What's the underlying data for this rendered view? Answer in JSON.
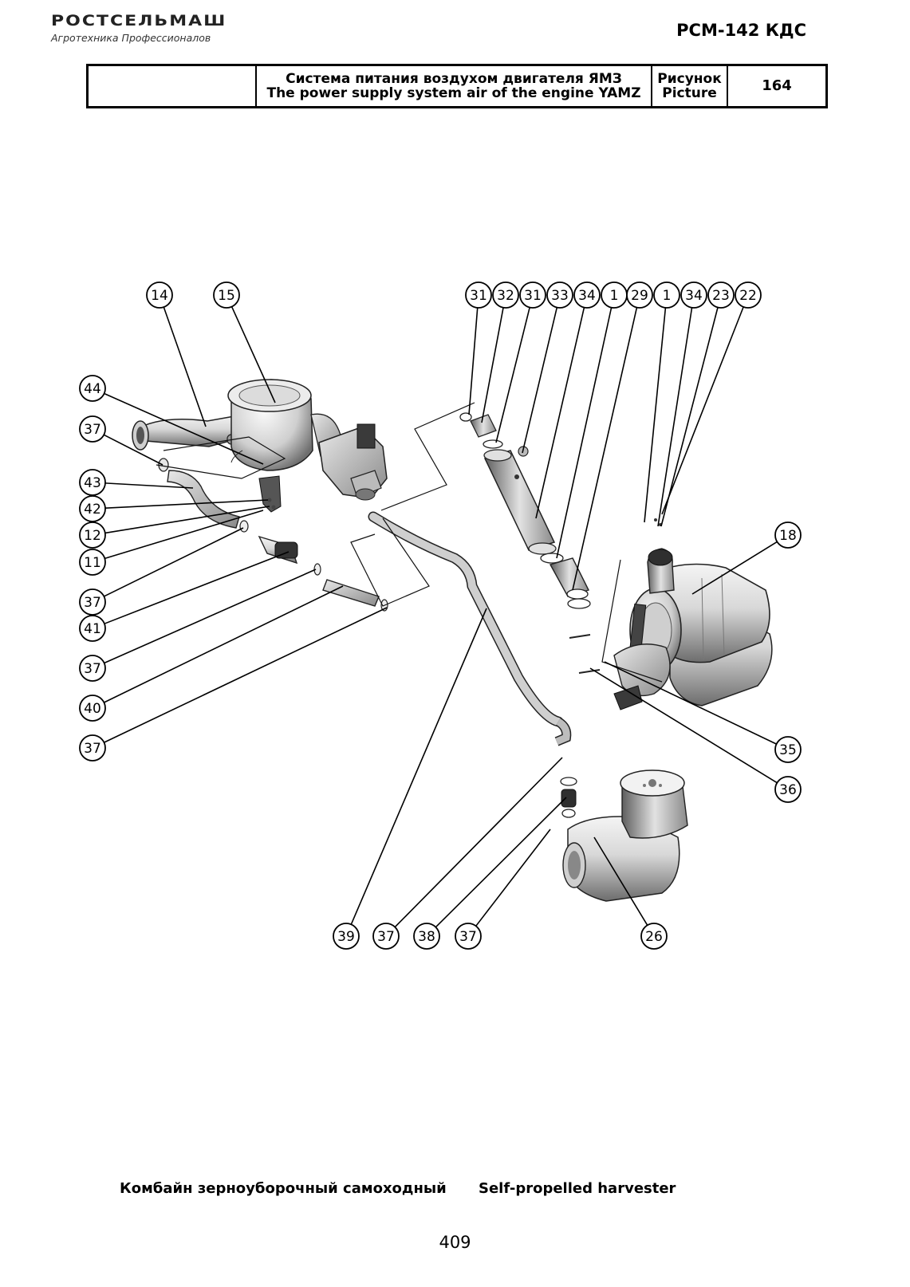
{
  "header": {
    "logo_text": "РОСТСЕЛЬМАШ",
    "logo_subtitle": "Агротехника Профессионалов",
    "model": "РСМ-142 КДС"
  },
  "title_block": {
    "empty_cell": "",
    "title_ru": "Система питания воздухом двигателя ЯМЗ",
    "title_en": "The power supply system air of the engine YAMZ",
    "figure_label_ru": "Рисунок",
    "figure_label_en": "Picture",
    "figure_number": "164"
  },
  "callouts": [
    "14",
    "15",
    "31",
    "32",
    "31",
    "33",
    "34",
    "1",
    "29",
    "1",
    "34",
    "23",
    "22",
    "44",
    "37",
    "43",
    "42",
    "12",
    "11",
    "37",
    "41",
    "37",
    "40",
    "37",
    "18",
    "35",
    "36",
    "39",
    "37",
    "38",
    "37",
    "26"
  ],
  "footer": {
    "caption_ru": "Комбайн зерноуборочный самоходный",
    "caption_en": "Self-propelled harvester",
    "page_number": "409"
  }
}
